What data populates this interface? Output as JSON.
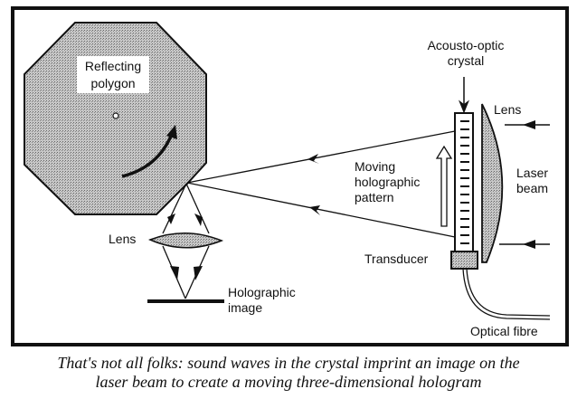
{
  "labels": {
    "polygon_line1": "Reflecting",
    "polygon_line2": "polygon",
    "crystal_line1": "Acousto-optic",
    "crystal_line2": "crystal",
    "lens_right": "Lens",
    "laser_line1": "Laser",
    "laser_line2": "beam",
    "pattern_line1": "Moving",
    "pattern_line2": "holographic",
    "pattern_line3": "pattern",
    "transducer": "Transducer",
    "lens_left": "Lens",
    "image_line1": "Holographic",
    "image_line2": "image",
    "fibre": "Optical fibre"
  },
  "caption": {
    "line1": "That's not all folks: sound waves in the crystal imprint an image on the",
    "line2": "laser beam to create a moving three-dimensional hologram"
  }
}
